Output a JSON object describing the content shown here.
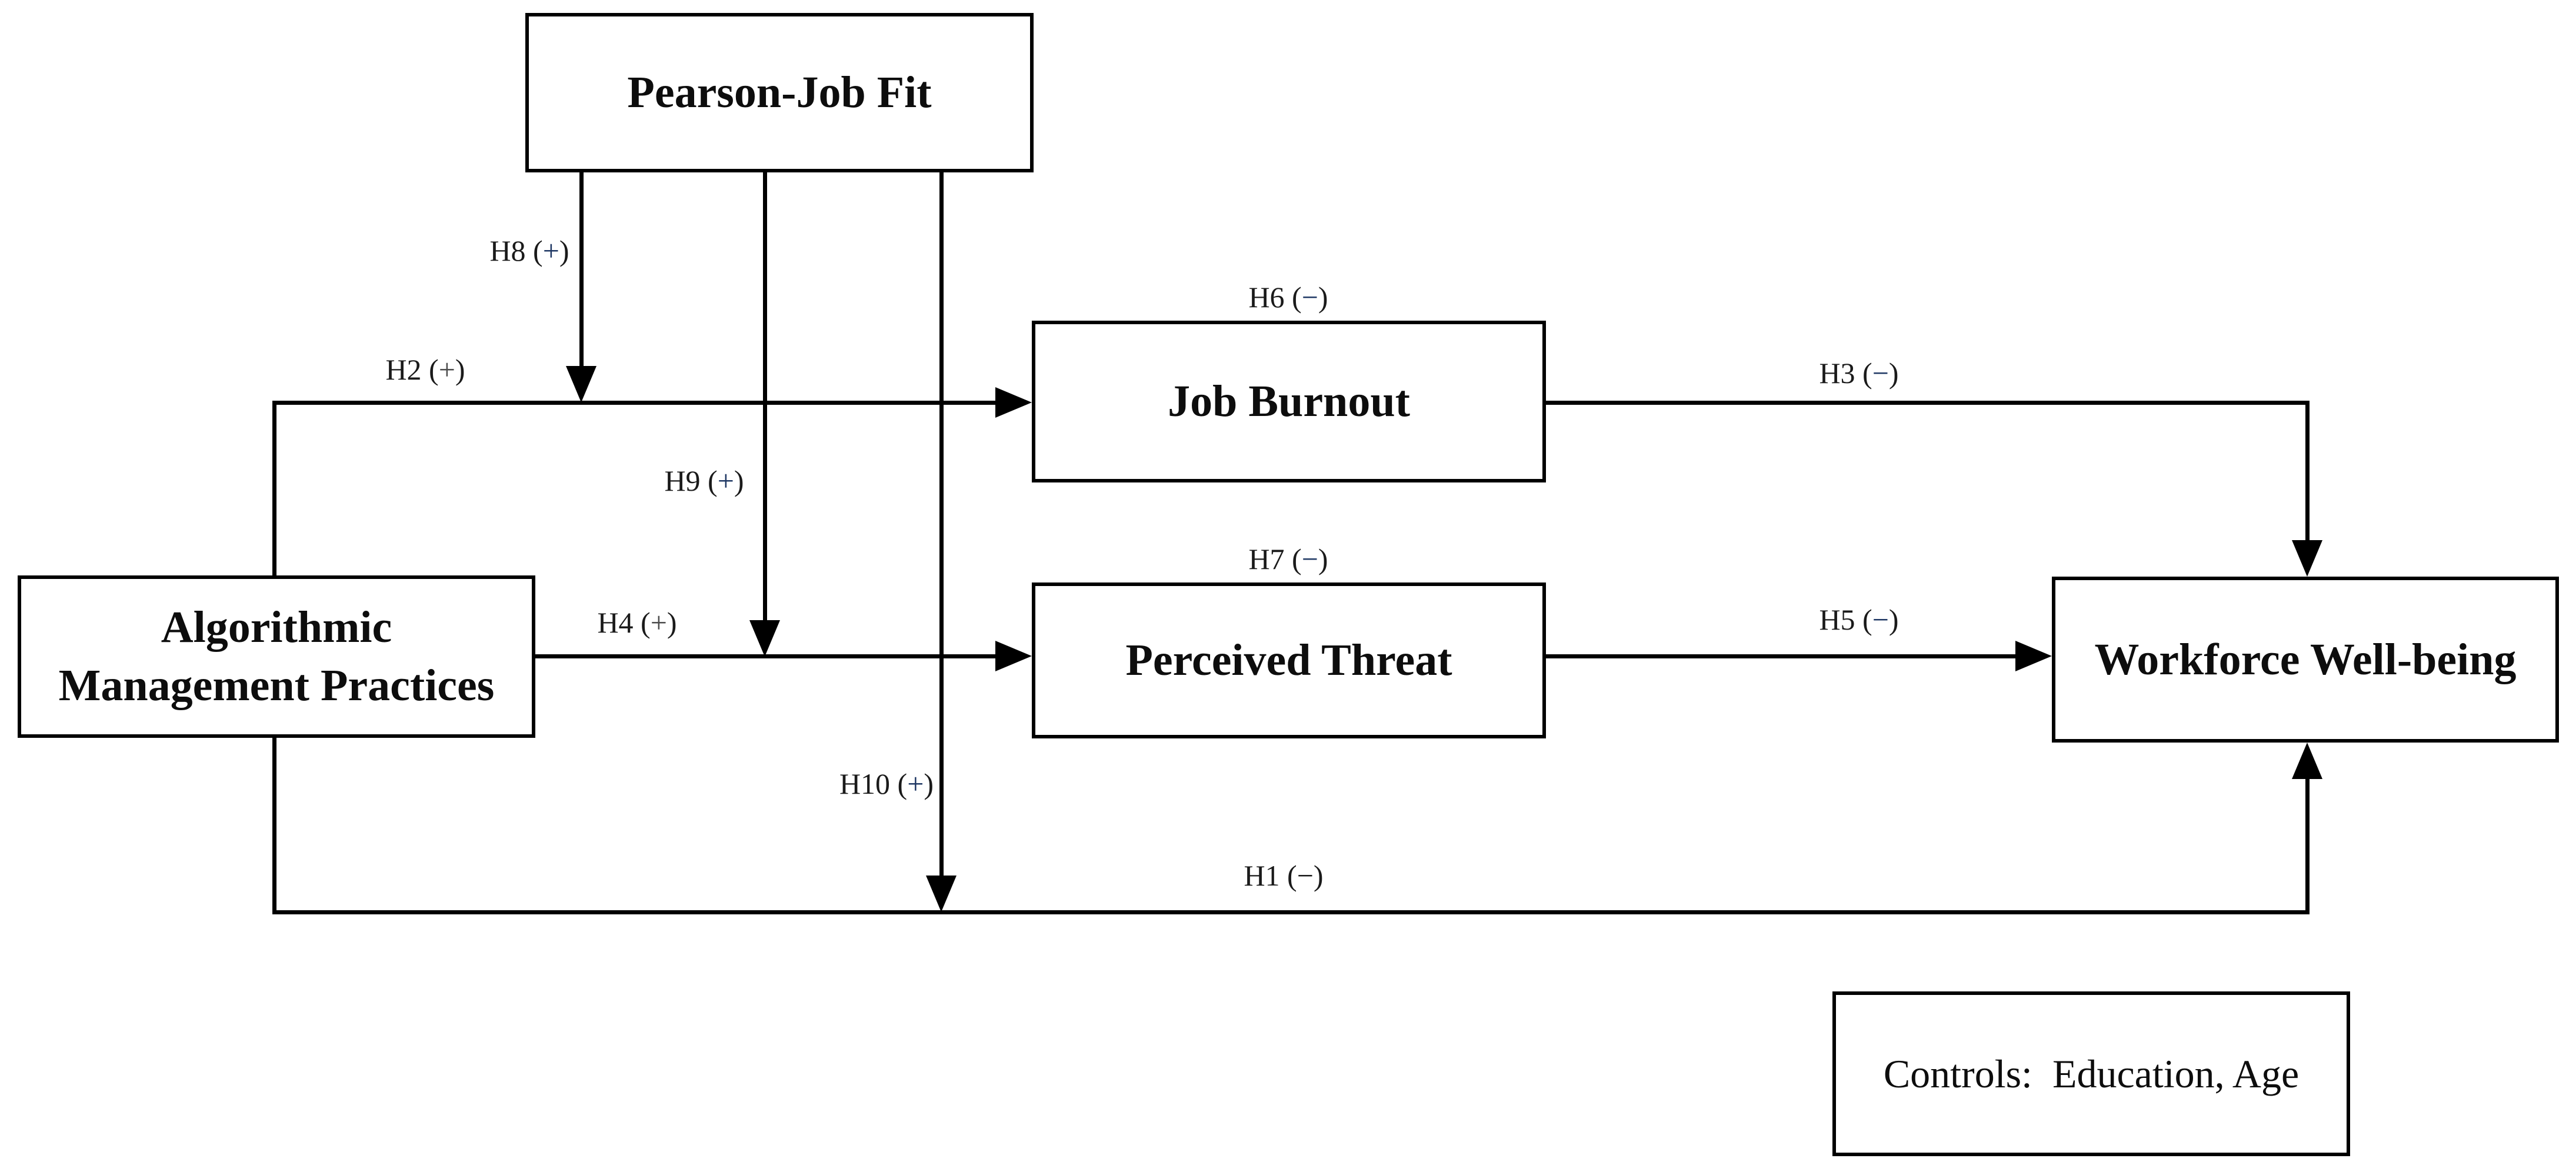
{
  "diagram": {
    "background_color": "#ffffff",
    "line_color": "#000000",
    "text_color": "#0d0d0d",
    "sign_color_navy": "#1f3864",
    "sign_color_gray": "#4d4d4d"
  },
  "nodes": {
    "pearson_job_fit": {
      "label": "Pearson-Job Fit"
    },
    "algorithmic_management": {
      "label_line1": "Algorithmic",
      "label_line2": "Management Practices"
    },
    "job_burnout": {
      "label": "Job Burnout"
    },
    "perceived_threat": {
      "label": "Perceived Threat"
    },
    "workforce_wellbeing": {
      "label": "Workforce Well-being"
    },
    "controls": {
      "label": "Controls:",
      "value": "Education, Age"
    }
  },
  "hypotheses": {
    "h1": {
      "prefix": "H1 (",
      "sign": "−",
      "suffix": ")"
    },
    "h2": {
      "prefix": "H2 (",
      "sign": "+",
      "suffix": ")"
    },
    "h3": {
      "prefix": "H3 (",
      "sign": "−",
      "suffix": ")"
    },
    "h4": {
      "prefix": "H4 (",
      "sign": "+",
      "suffix": ")"
    },
    "h5": {
      "prefix": "H5 (",
      "sign": "−",
      "suffix": ")"
    },
    "h6": {
      "prefix": "H6 (",
      "sign": "−",
      "suffix": ")"
    },
    "h7": {
      "prefix": "H7 (",
      "sign": "−",
      "suffix": ")"
    },
    "h8": {
      "prefix": "H8 (",
      "sign": "+",
      "suffix": ")"
    },
    "h9": {
      "prefix": "H9 (",
      "sign": "+",
      "suffix": ")"
    },
    "h10": {
      "prefix": "H10 (",
      "sign": "+",
      "suffix": ")"
    }
  }
}
